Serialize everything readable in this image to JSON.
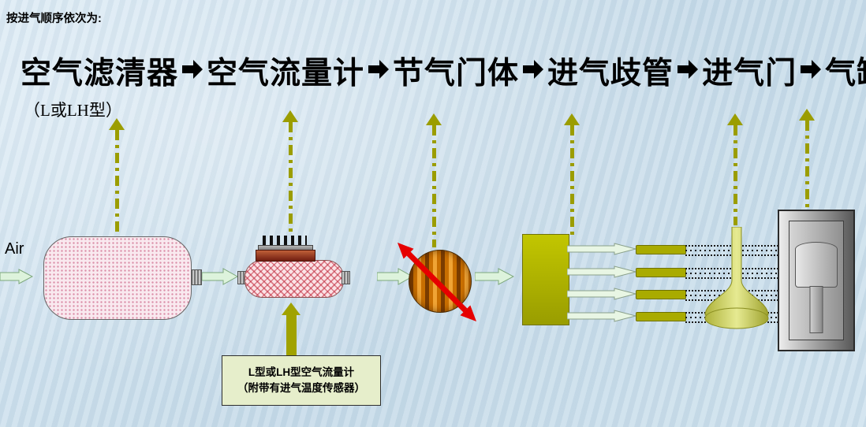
{
  "slide": {
    "intro": "按进气顺序依次为:",
    "title": {
      "parts": [
        "空气滤清器",
        "空气流量计",
        "节气门体",
        "进气歧管",
        "进气门",
        "气缸"
      ]
    },
    "subtitle": "（L或LH型）",
    "air_label": "Air",
    "callout": {
      "line1": "L型或LH型空气流量计",
      "line2": "（附带有进气温度传感器）"
    },
    "colors": {
      "background": "#cfe2ee",
      "olive": "#9b9d00",
      "flow_arrow_fill": "#ddf3dc",
      "throttle_orange": "#c96f00",
      "red_arrow": "#e60000",
      "callout_bg": "#e6eecb",
      "filter_pink": "#f9e9ef"
    }
  }
}
